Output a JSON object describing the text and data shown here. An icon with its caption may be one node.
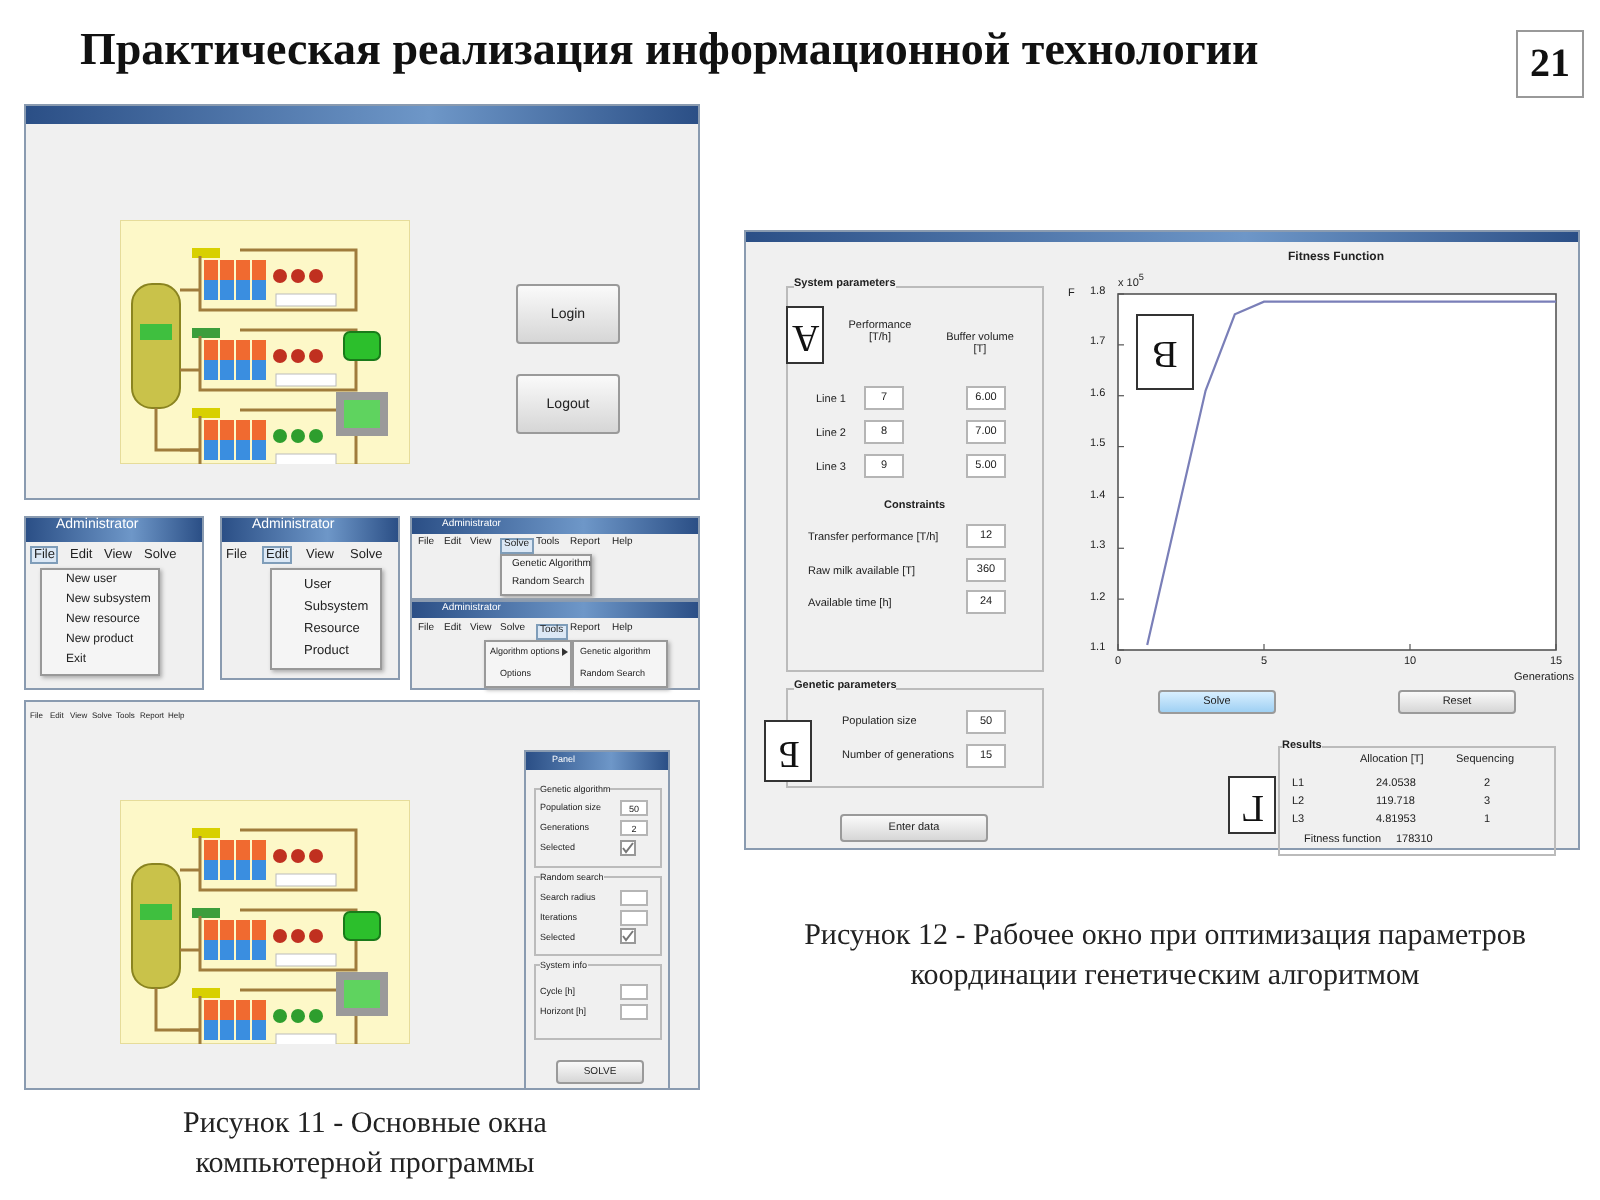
{
  "diagram": {
    "title": "Практическая реализация информационной технологии",
    "nodes": [
      {
        "text": [
          "21"
        ]
      },
      {
        "text": [
          "А"
        ]
      },
      {
        "text": [
          "В"
        ]
      },
      {
        "text": [
          "Б"
        ]
      },
      {
        "text": [
          "Г"
        ]
      }
    ],
    "labels": [
      "Login",
      "Logout",
      "Administrator",
      "File",
      "Edit",
      "View",
      "Solve",
      "New user",
      "New subsystem",
      "New resource",
      "New product",
      "Exit",
      "Administrator",
      "File",
      "Edit",
      "View",
      "Solve",
      "User",
      "Subsystem",
      "Resource",
      "Product",
      "Administrator",
      "File",
      "Edit",
      "View",
      "Solve",
      "Tools",
      "Report",
      "Help",
      "Genetic Algorithm",
      "Random Search",
      "Administrator",
      "File",
      "Edit",
      "View",
      "Solve",
      "Tools",
      "Report",
      "Help",
      "Algorithm options",
      "Options",
      "Genetic algorithm",
      "Random Search",
      "File",
      "Edit",
      "View",
      "Solve",
      "Tools",
      "Report",
      "Help",
      "Panel",
      "Genetic algorithm",
      "Population size",
      "50",
      "Generations",
      "2",
      "Selected",
      "Random search",
      "Search radius",
      "Iterations",
      "Selected",
      "System info",
      "Cycle [h]",
      "Horizont [h]",
      "SOLVE",
      "System parameters",
      "Performance [T/h]",
      "Buffer volume [T]",
      "Line 1",
      "7",
      "6.00",
      "Line 2",
      "8",
      "7.00",
      "Line 3",
      "9",
      "5.00",
      "Constraints",
      "Transfer performance [T/h]",
      "12",
      "Raw milk available [T]",
      "360",
      "Available time [h]",
      "24",
      "Genetic parameters",
      "Population size",
      "50",
      "Number of generations",
      "15",
      "Enter data",
      "Solve",
      "Reset",
      "Results",
      "Allocation [T]",
      "Sequencing",
      "L1",
      "24.0538",
      "2",
      "L2",
      "119.718",
      "3",
      "L3",
      "4.81953",
      "1",
      "Fitness function",
      "178310",
      "Рисунок 11 - Основные окна компьютерной программы",
      "Рисунок 12 - Рабочее окно при оптимизация параметров координации генетическим алгоритмом"
    ],
    "chart_data": {
      "type": "line",
      "title": "Fitness Function",
      "xlabel": "Generations",
      "ylabel": "F",
      "x": [
        1,
        3,
        4,
        5,
        10,
        15
      ],
      "values": [
        1.11,
        1.61,
        1.76,
        1.785,
        1.785,
        1.785
      ],
      "xlim": [
        0,
        15
      ],
      "ylim": [
        1.1,
        1.8
      ],
      "xticks": [
        0,
        5,
        10,
        15
      ],
      "yticks": [
        1.1,
        1.2,
        1.3,
        1.4,
        1.5,
        1.6,
        1.7,
        1.8
      ],
      "annotations": [
        "x 10$^{5}$"
      ]
    }
  }
}
